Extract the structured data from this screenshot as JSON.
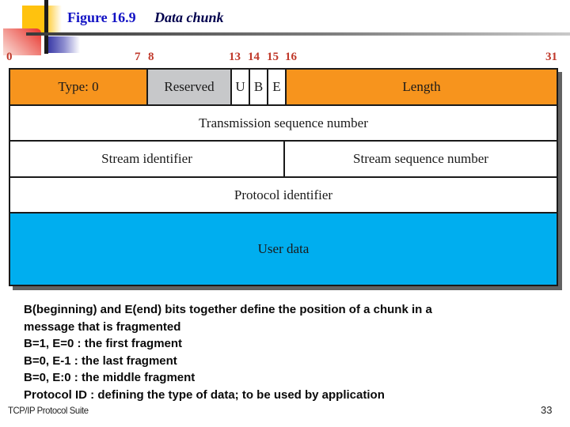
{
  "slide": {
    "title_prefix": "Figure 16.9",
    "title": "Data chunk",
    "footer": "TCP/IP Protocol Suite",
    "page_number": "33"
  },
  "diagram": {
    "type": "packet-format",
    "bit_labels": [
      "0",
      "7",
      "8",
      "13",
      "14",
      "15",
      "16",
      "31"
    ],
    "cells": {
      "type": "Type: 0",
      "reserved": "Reserved",
      "flag_u": "U",
      "flag_b": "B",
      "flag_e": "E",
      "length": "Length",
      "tsn": "Transmission sequence number",
      "stream_identifier": "Stream identifier",
      "stream_sequence_number": "Stream sequence number",
      "protocol_identifier": "Protocol identifier",
      "user_data": "User data"
    },
    "colors": {
      "orange": "#F7941D",
      "gray": "#C7C8CA",
      "cyan": "#00AEEF",
      "bit-red": "#C0392B",
      "gold": "#FFC20E",
      "red": "#E8342C",
      "navy": "#2B2B9F",
      "title-blue": "#1212C4",
      "title-dark": "#00004D"
    }
  },
  "notes": {
    "lines": [
      "B(beginning) and E(end) bits together define the position of a chunk in a",
      "message that is fragmented",
      "B=1, E=0 : the first fragment",
      "B=0, E-1 : the last fragment",
      "B=0, E:0 : the middle fragment",
      "Protocol ID : defining the type of data; to be used by application"
    ]
  }
}
